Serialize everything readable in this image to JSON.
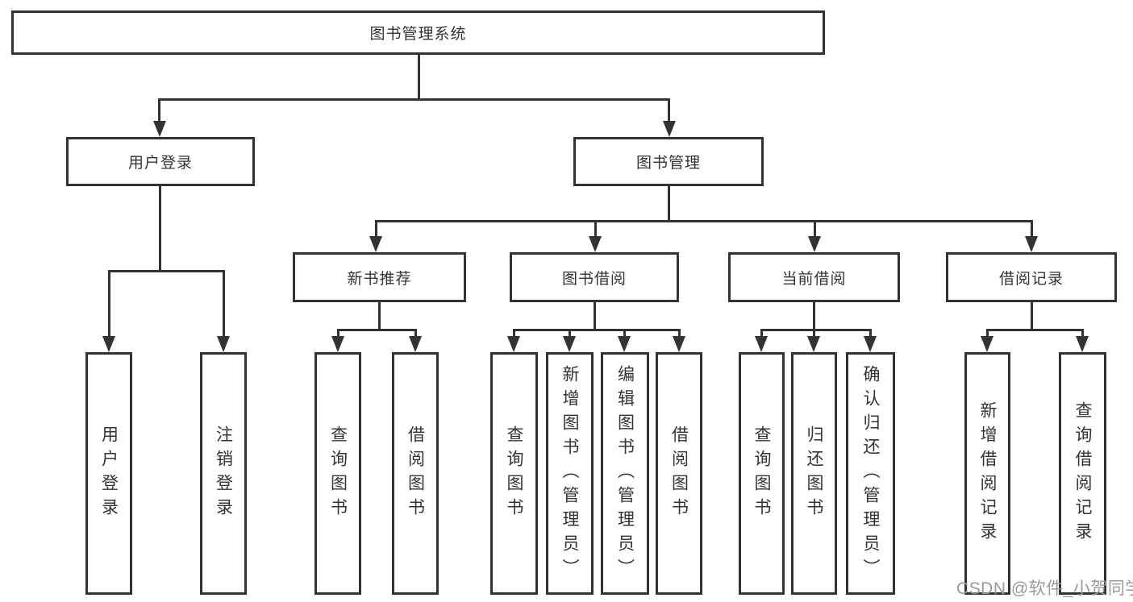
{
  "diagram": {
    "root": {
      "label": "图书管理系统"
    },
    "user_login": {
      "label": "用户登录",
      "children": [
        "用户登录",
        "注销登录"
      ]
    },
    "book_mgmt": {
      "label": "图书管理",
      "groups": [
        {
          "label": "新书推荐",
          "children": [
            "查询图书",
            "借阅图书"
          ]
        },
        {
          "label": "图书借阅",
          "children": [
            "查询图书",
            "新增图书（管理员）",
            "编辑图书（管理员）",
            "借阅图书"
          ]
        },
        {
          "label": "当前借阅",
          "children": [
            "查询图书",
            "归还图书",
            "确认归还（管理员）"
          ]
        },
        {
          "label": "借阅记录",
          "children": [
            "新增借阅记录",
            "查询借阅记录"
          ]
        }
      ]
    },
    "watermark": "CSDN @软件_小贺同学",
    "colors": {
      "line": "#333333",
      "text": "#333333",
      "box_background": "#ffffff",
      "watermark": "#999999"
    }
  }
}
